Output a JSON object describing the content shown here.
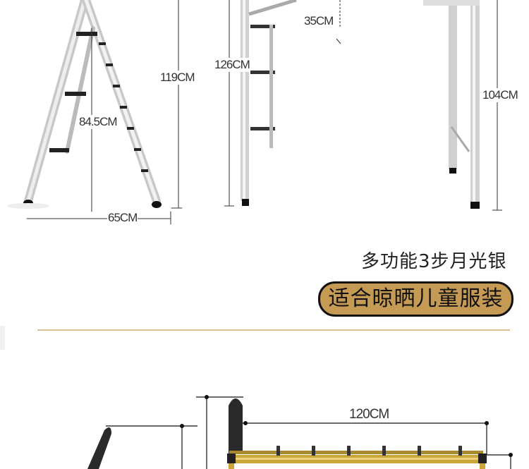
{
  "dimensions_top": {
    "ladder_height": "119CM",
    "step_height": "84.5CM",
    "ladder_width": "65CM",
    "rack_height": "126CM",
    "rack_depth": "35CM",
    "rack_leg_height": "104CM"
  },
  "product": {
    "subtitle": "多功能3步月光银",
    "badge": "适合晾晒儿童服装"
  },
  "dimensions_bottom": {
    "rack_length": "120CM"
  },
  "colors": {
    "badge_fill": "#c49a55",
    "divider": "#d8bf97",
    "gold_rail": "#c9a53a"
  }
}
